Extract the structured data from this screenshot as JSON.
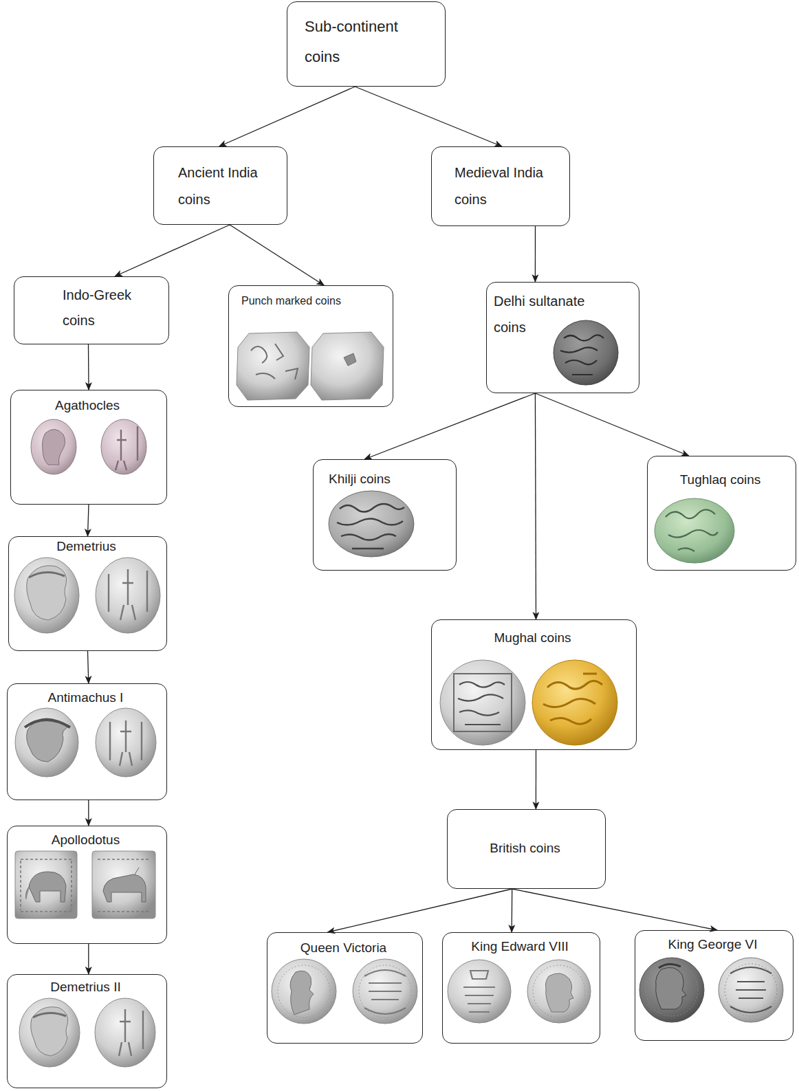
{
  "diagram": {
    "nodes": [
      {
        "text": [
          "Sub-continent coins"
        ]
      },
      {
        "text": [
          "Ancient India coins"
        ]
      },
      {
        "text": [
          "Medieval India coins"
        ]
      },
      {
        "text": [
          "Indo-Greek coins"
        ]
      },
      {
        "text": [
          "Punch marked coins"
        ]
      },
      {
        "text": [
          "Delhi sultanate coins"
        ]
      },
      {
        "text": [
          "Agathocles"
        ]
      },
      {
        "text": [
          "Khilji coins"
        ]
      },
      {
        "text": [
          "Tughlaq coins"
        ]
      },
      {
        "text": [
          "Demetrius"
        ]
      },
      {
        "text": [
          "Mughal coins"
        ]
      },
      {
        "text": [
          "Antimachus I"
        ]
      },
      {
        "text": [
          "Apollodotus"
        ]
      },
      {
        "text": [
          "British coins"
        ]
      },
      {
        "text": [
          "Demetrius II"
        ]
      },
      {
        "text": [
          "Queen Victoria"
        ]
      },
      {
        "text": [
          "King Edward VIII"
        ]
      },
      {
        "text": [
          "King George VI"
        ]
      }
    ],
    "edges": [
      {
        "from": 0,
        "to": 1,
        "arrow": "to"
      },
      {
        "from": 0,
        "to": 2,
        "arrow": "to"
      },
      {
        "from": 1,
        "to": 3,
        "arrow": "to"
      },
      {
        "from": 1,
        "to": 4,
        "arrow": "to"
      },
      {
        "from": 2,
        "to": 5,
        "arrow": "to"
      },
      {
        "from": 3,
        "to": 6,
        "arrow": "to"
      },
      {
        "from": 6,
        "to": 9,
        "arrow": "to"
      },
      {
        "from": 9,
        "to": 11,
        "arrow": "to"
      },
      {
        "from": 11,
        "to": 12,
        "arrow": "to"
      },
      {
        "from": 12,
        "to": 14,
        "arrow": "to"
      },
      {
        "from": 5,
        "to": 7,
        "arrow": "to"
      },
      {
        "from": 5,
        "to": 10,
        "arrow": "to"
      },
      {
        "from": 5,
        "to": 8,
        "arrow": "to"
      },
      {
        "from": 10,
        "to": 13,
        "arrow": "to"
      },
      {
        "from": 13,
        "to": 15,
        "arrow": "to"
      },
      {
        "from": 13,
        "to": 16,
        "arrow": "to"
      },
      {
        "from": 13,
        "to": 17,
        "arrow": "to"
      }
    ]
  }
}
